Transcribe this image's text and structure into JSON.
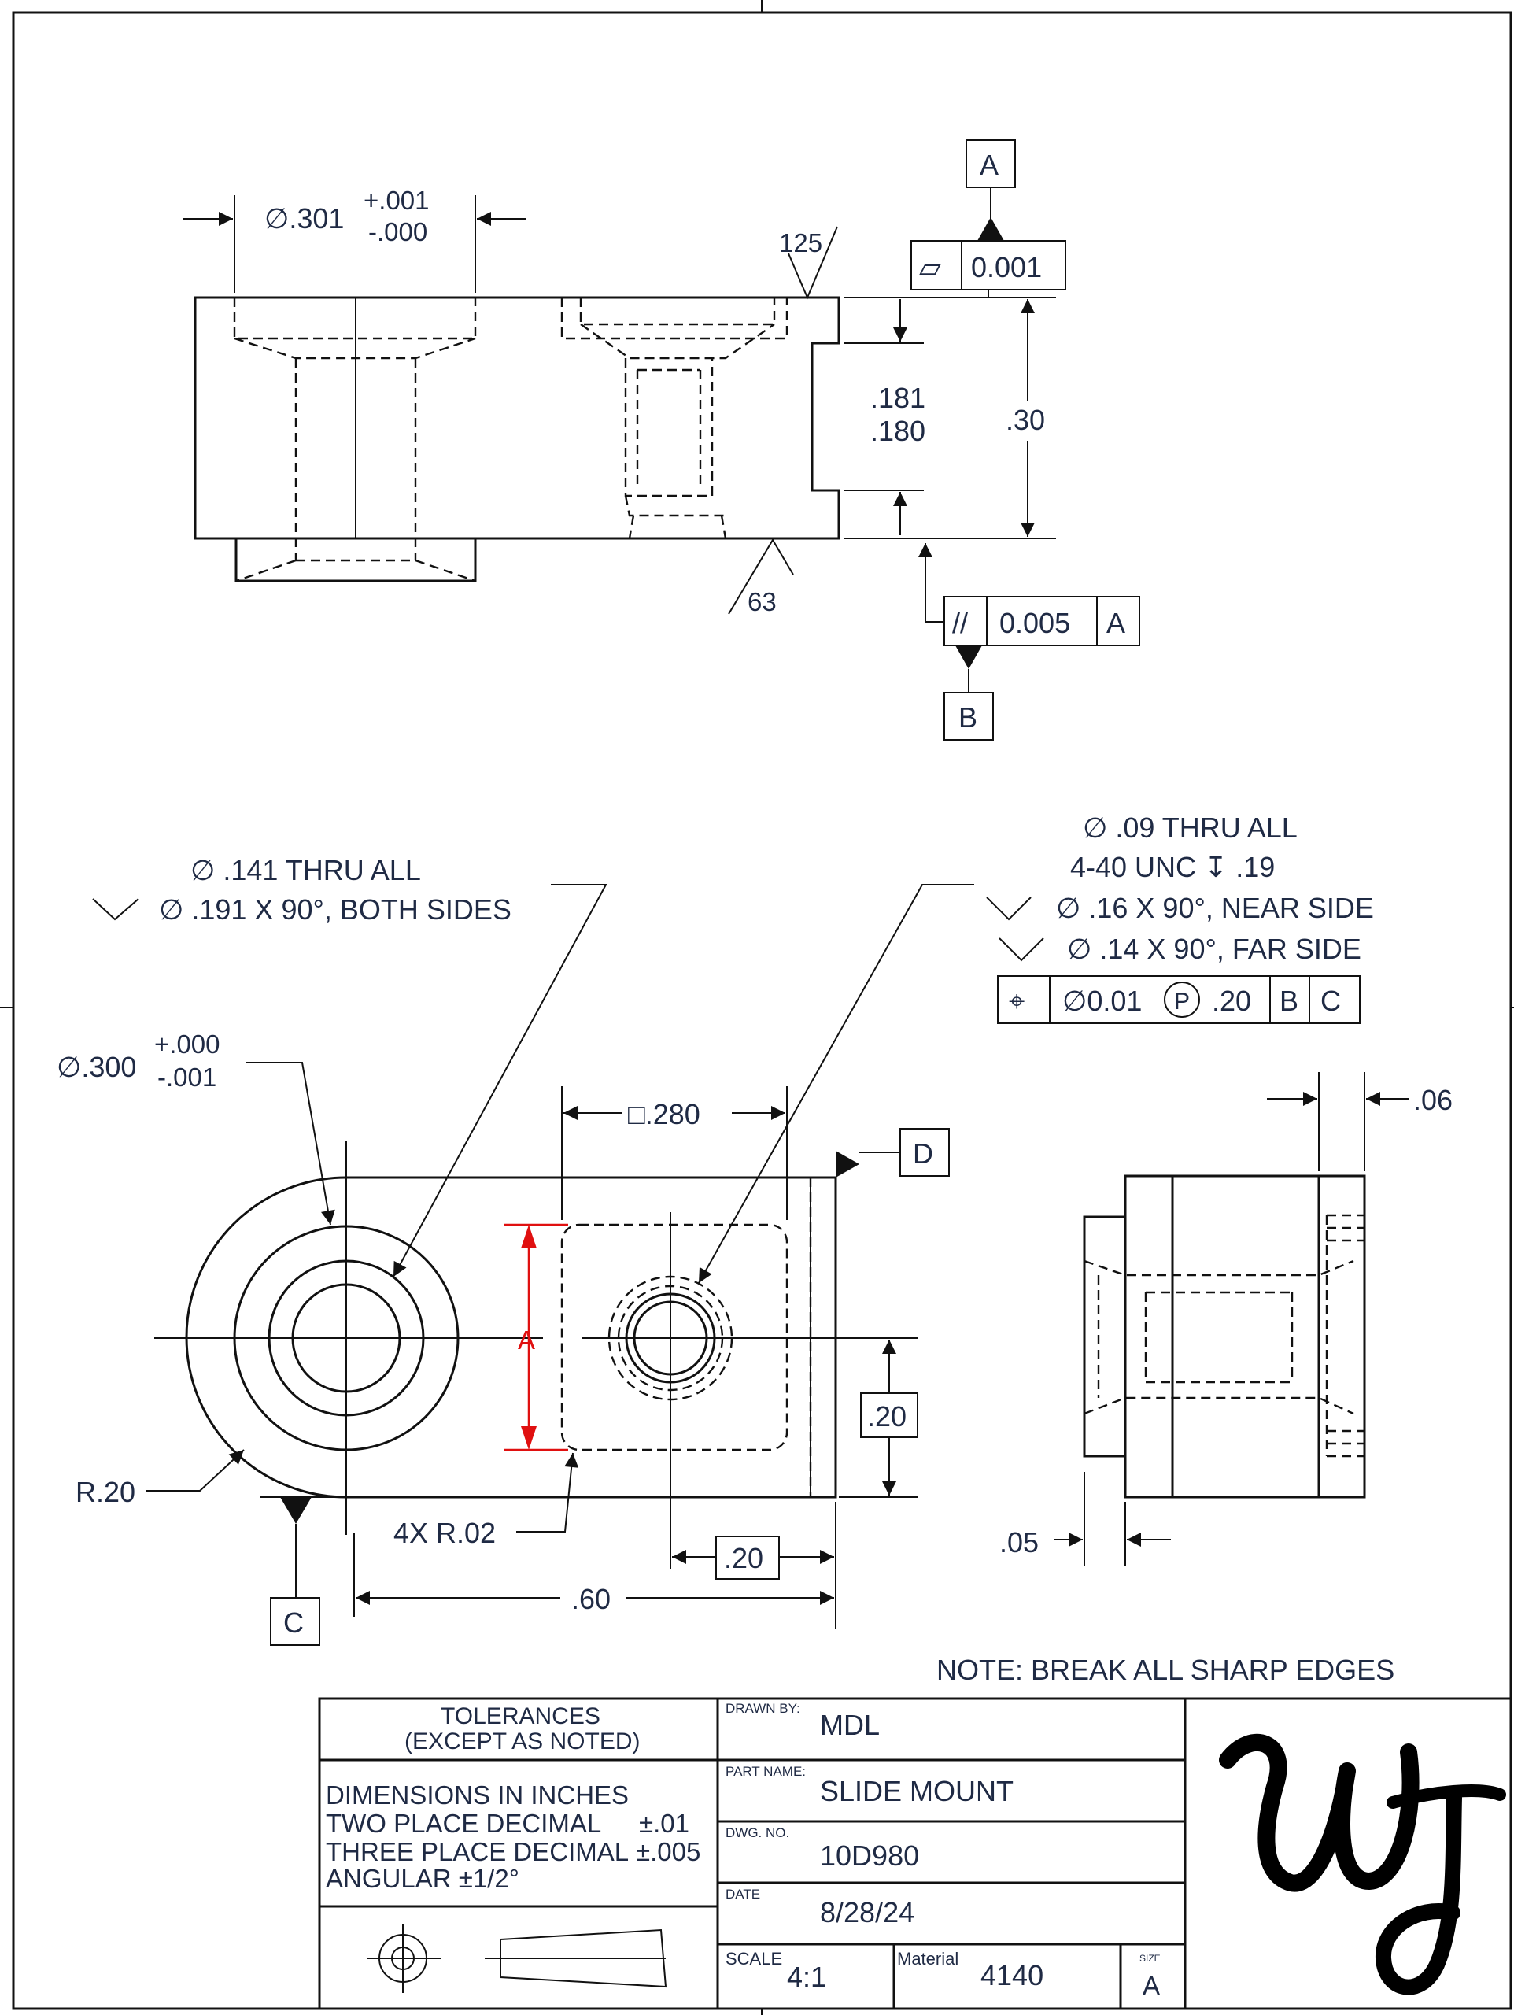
{
  "top_view": {
    "hole_dia": "∅.301",
    "hole_tol_plus": "+.001",
    "hole_tol_minus": "-.000",
    "finish_top": "125",
    "finish_bottom": "63",
    "flatness_symbol": "▱",
    "flatness_value": "0.001",
    "datum_a": "A",
    "slot_upper": ".181",
    "slot_lower": ".180",
    "height": ".30",
    "parallel_symbol": "//",
    "parallel_value": "0.005",
    "parallel_ref": "A",
    "datum_b": "B"
  },
  "front_view": {
    "left_callout_line1": "∅ .141 THRU ALL",
    "left_callout_line2": "∅ .191 X 90°, BOTH SIDES",
    "right_callout_line1": "∅ .09 THRU ALL",
    "right_callout_line2": "4-40 UNC  ↧ .19",
    "right_callout_line3": "∅ .16 X 90°, NEAR SIDE",
    "right_callout_line4": "∅ .14 X 90°, FAR SIDE",
    "position_symbol": "⌖",
    "position_value": "∅0.01",
    "position_modifier": "P",
    "position_projection": ".20",
    "position_ref_b": "B",
    "position_ref_c": "C",
    "boss_dia": "∅.300",
    "boss_tol_plus": "+.000",
    "boss_tol_minus": "-.001",
    "square_dim": "□.280",
    "datum_d": "D",
    "datum_a_label": "A",
    "radius": "R.20",
    "corner_radius": "4X R.02",
    "basic_vertical": ".20",
    "basic_horizontal": ".20",
    "overall_length": ".60",
    "datum_c": "C"
  },
  "side_view": {
    "top_dim": ".06",
    "bottom_dim": ".05"
  },
  "note": "NOTE: BREAK ALL SHARP EDGES",
  "title_block": {
    "tolerances_title": "TOLERANCES",
    "tolerances_subtitle": "(EXCEPT AS NOTED)",
    "dim_units": "DIMENSIONS IN INCHES",
    "two_place": "TWO PLACE DECIMAL",
    "two_place_tol": "±.01",
    "three_place": "THREE PLACE DECIMAL",
    "three_place_tol": "±.005",
    "angular": "ANGULAR ±1/2°",
    "drawn_by_label": "DRAWN BY:",
    "drawn_by": "MDL",
    "part_name_label": "PART NAME:",
    "part_name": "SLIDE MOUNT",
    "dwg_no_label": "DWG. NO.",
    "dwg_no": "10D980",
    "date_label": "DATE",
    "date": "8/28/24",
    "scale_label": "SCALE",
    "scale": "4:1",
    "material_label": "Material",
    "material": "4140",
    "size_label": "SIZE",
    "size": "A",
    "logo": "WJ"
  }
}
